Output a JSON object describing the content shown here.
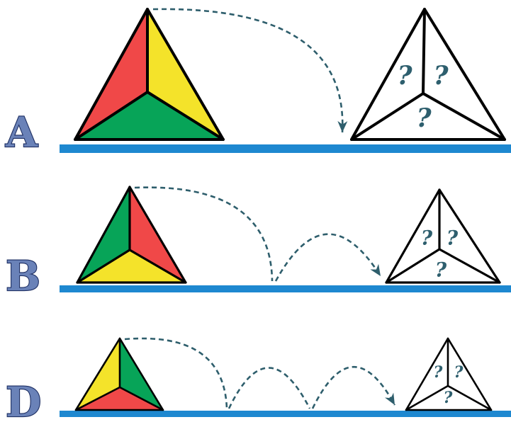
{
  "rows": [
    {
      "id": "a",
      "letter": "A",
      "colored_faces": {
        "left": "#f04848",
        "right": "#f4e32a",
        "bottom": "#07a458"
      },
      "hops": 1,
      "question_marks": [
        "?",
        "?",
        "?"
      ]
    },
    {
      "id": "b",
      "letter": "B",
      "colored_faces": {
        "left": "#07a458",
        "right": "#f04848",
        "bottom": "#f4e32a"
      },
      "hops": 2,
      "question_marks": [
        "?",
        "?",
        "?"
      ]
    },
    {
      "id": "d",
      "letter": "D",
      "colored_faces": {
        "left": "#f4e32a",
        "right": "#07a458",
        "bottom": "#f04848"
      },
      "hops": 3,
      "question_marks": [
        "?",
        "?",
        "?"
      ]
    }
  ],
  "colors": {
    "ground": "#1e88d0",
    "arc": "#2e5e6c",
    "letter_fill": "#6a82b8",
    "letter_stroke": "#1e2f63",
    "question_mark": "#2e5f6e",
    "outline": "#000000"
  },
  "icons": {
    "arc": "dashed-curved-arrow",
    "pyramid": "triangular-pyramid-top-view"
  }
}
